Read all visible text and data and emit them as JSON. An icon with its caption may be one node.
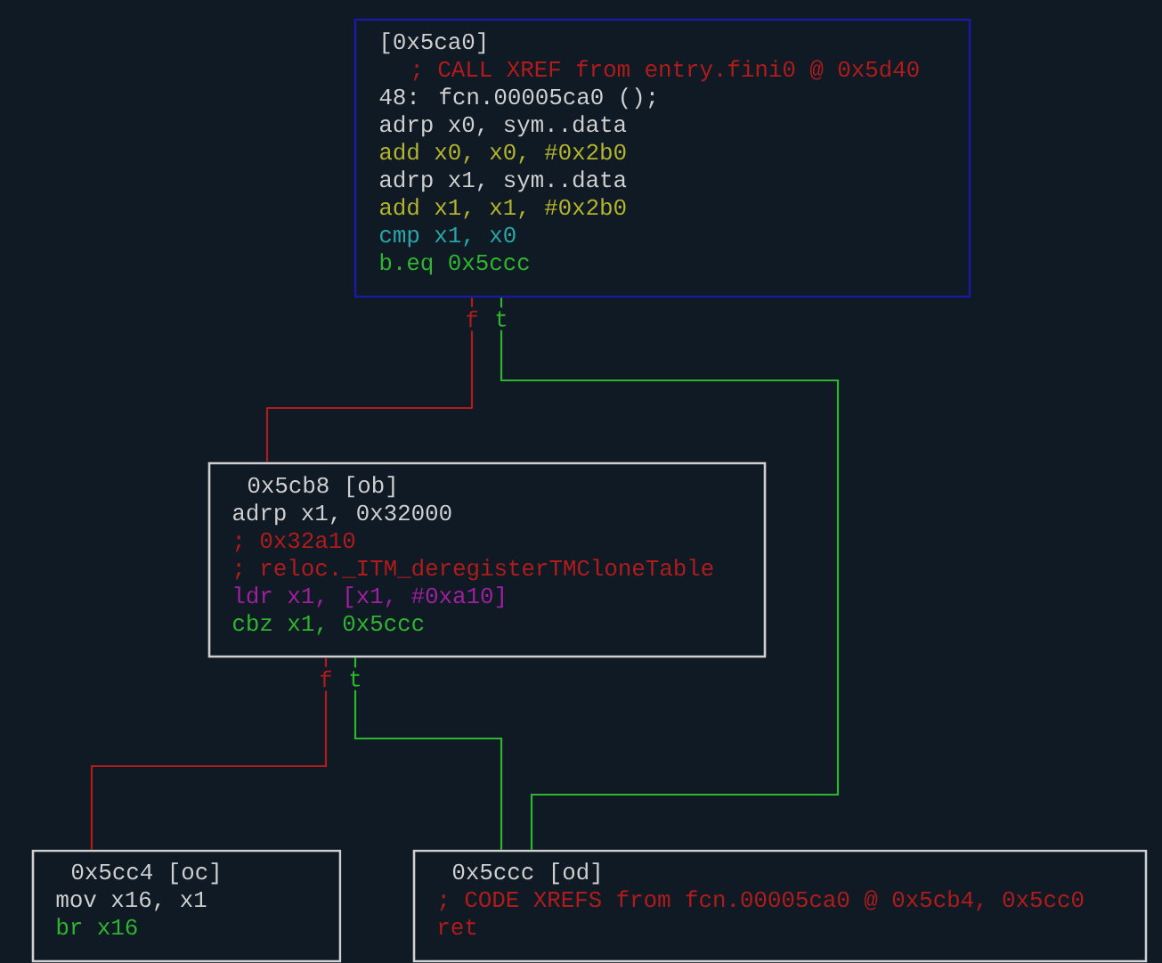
{
  "diagram": {
    "nodes": [
      {
        "text": [
          "[0x5ca0]",
          "; CALL XREF from entry.fini0 @ 0x5d40",
          "48: fcn.00005ca0 ();",
          "adrp x0, sym..data",
          "add x0, x0, #0x2b0",
          "adrp x1, sym..data",
          "add x1, x1, #0x2b0",
          "cmp x1, x0",
          "b.eq 0x5ccc"
        ]
      },
      {
        "text": [
          "0x5cb8 [ob]",
          "adrp x1, 0x32000",
          "; 0x32a10",
          "; reloc._ITM_deregisterTMCloneTable",
          "ldr x1, [x1, #0xa10]",
          "cbz x1, 0x5ccc"
        ]
      },
      {
        "text": [
          "0x5cc4 [oc]",
          "mov x16, x1",
          "br x16"
        ]
      },
      {
        "text": [
          "0x5ccc [od]",
          "; CODE XREFS from fcn.00005ca0 @ 0x5cb4, 0x5cc0",
          "ret"
        ]
      }
    ],
    "edges": [
      {
        "from": 0,
        "to": 1,
        "arrow": "none",
        "label": "f",
        "color": "#b01c1c"
      },
      {
        "from": 0,
        "to": 3,
        "arrow": "none",
        "label": "t",
        "color": "#2fb52f"
      },
      {
        "from": 1,
        "to": 2,
        "arrow": "none",
        "label": "f",
        "color": "#b01c1c"
      },
      {
        "from": 1,
        "to": 3,
        "arrow": "none",
        "label": "t",
        "color": "#2fb52f"
      }
    ]
  }
}
